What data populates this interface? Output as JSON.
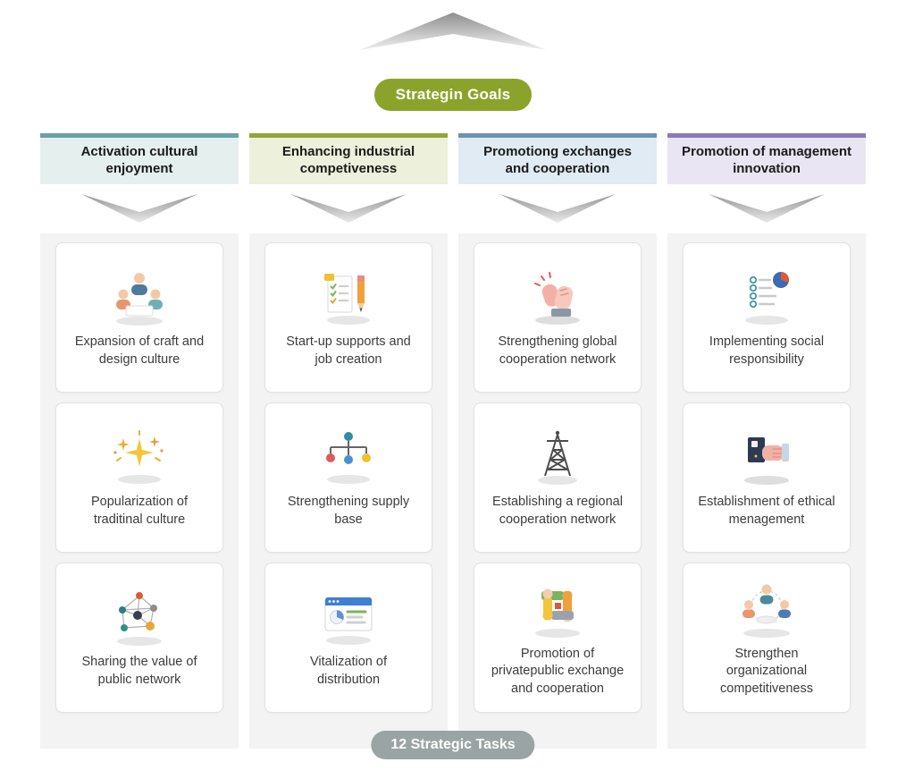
{
  "page": {
    "top_badge": "Strategin Goals",
    "bottom_badge": "12 Strategic Tasks"
  },
  "colors": {
    "goal_pill_bg": "#8ca32b",
    "tasks_pill_bg": "#9aa4a4",
    "panel_bg": "#f3f3f3",
    "chevron_gray": "#9a9a9a"
  },
  "columns": [
    {
      "header": "Activation cultural enjoyment",
      "accent": "#68a2a8",
      "header_bg": "#e4efee",
      "cards": [
        {
          "icon": "people-collaboration-icon",
          "label": "Expansion of craft and design culture"
        },
        {
          "icon": "fireworks-icon",
          "label": "Popularization of traditinal culture"
        },
        {
          "icon": "network-graph-icon",
          "label": "Sharing the value of public network"
        }
      ]
    },
    {
      "header": "Enhancing industrial competiveness",
      "accent": "#93a537",
      "header_bg": "#edf0da",
      "cards": [
        {
          "icon": "checklist-pencil-icon",
          "label": "Start-up supports and job creation"
        },
        {
          "icon": "supply-network-icon",
          "label": "Strengthening supply base"
        },
        {
          "icon": "browser-chart-icon",
          "label": "Vitalization of distribution"
        }
      ]
    },
    {
      "header": "Promotiong exchanges and cooperation",
      "accent": "#6a93b4",
      "header_bg": "#e0ebf3",
      "cards": [
        {
          "icon": "clapping-hands-icon",
          "label": "Strengthening global cooperation network"
        },
        {
          "icon": "transmission-tower-icon",
          "label": "Establishing a regional cooperation network"
        },
        {
          "icon": "joined-hands-icon",
          "label": "Promotion of privatepublic exchange and cooperation"
        }
      ]
    },
    {
      "header": "Promotion of management innovation",
      "accent": "#8a7ab8",
      "header_bg": "#e9e5f2",
      "cards": [
        {
          "icon": "report-pie-icon",
          "label": "Implementing social responsibility"
        },
        {
          "icon": "handshake-card-icon",
          "label": "Establishment of ethical menagement"
        },
        {
          "icon": "team-network-icon",
          "label": "Strengthen organizational competitiveness"
        }
      ]
    }
  ]
}
